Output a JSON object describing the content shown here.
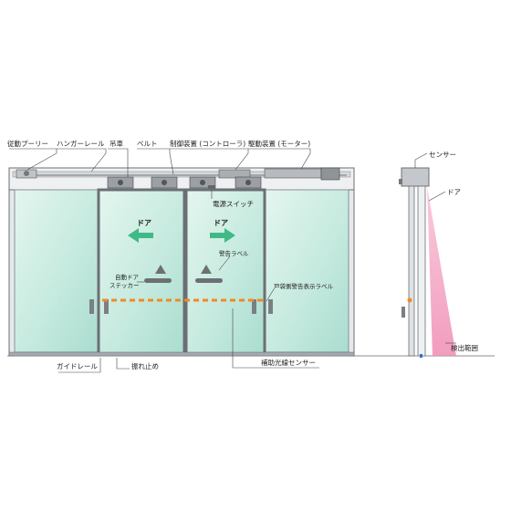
{
  "labels": {
    "driven_pulley": "従動プーリー",
    "hanger_rail": "ハンガーレール",
    "hanger_wheel": "吊車",
    "belt": "ベルト",
    "controller": "制御装置 (コントローラ)",
    "drive_unit": "駆動装置 (モーター)",
    "power_switch": "電源スイッチ",
    "door_left": "ドア",
    "door_right": "ドア",
    "warning_label": "警告ラベル",
    "auto_door_sticker_line1": "自動ドア",
    "auto_door_sticker_line2": "ステッカー",
    "door_warning_label": "戸袋側警告表示ラベル",
    "guide_rail": "ガイドレール",
    "anti_sway": "振れ止め",
    "aux_beam_sensor": "補助光線センサー",
    "sensor": "センサー",
    "side_door": "ドア",
    "detection_range": "検出範囲"
  },
  "colors": {
    "glass": "#c9ece1",
    "arrow": "#3fba86",
    "beam": "#f08a24",
    "detection": "#f4a6c4",
    "frame": "#e6e9ec"
  }
}
